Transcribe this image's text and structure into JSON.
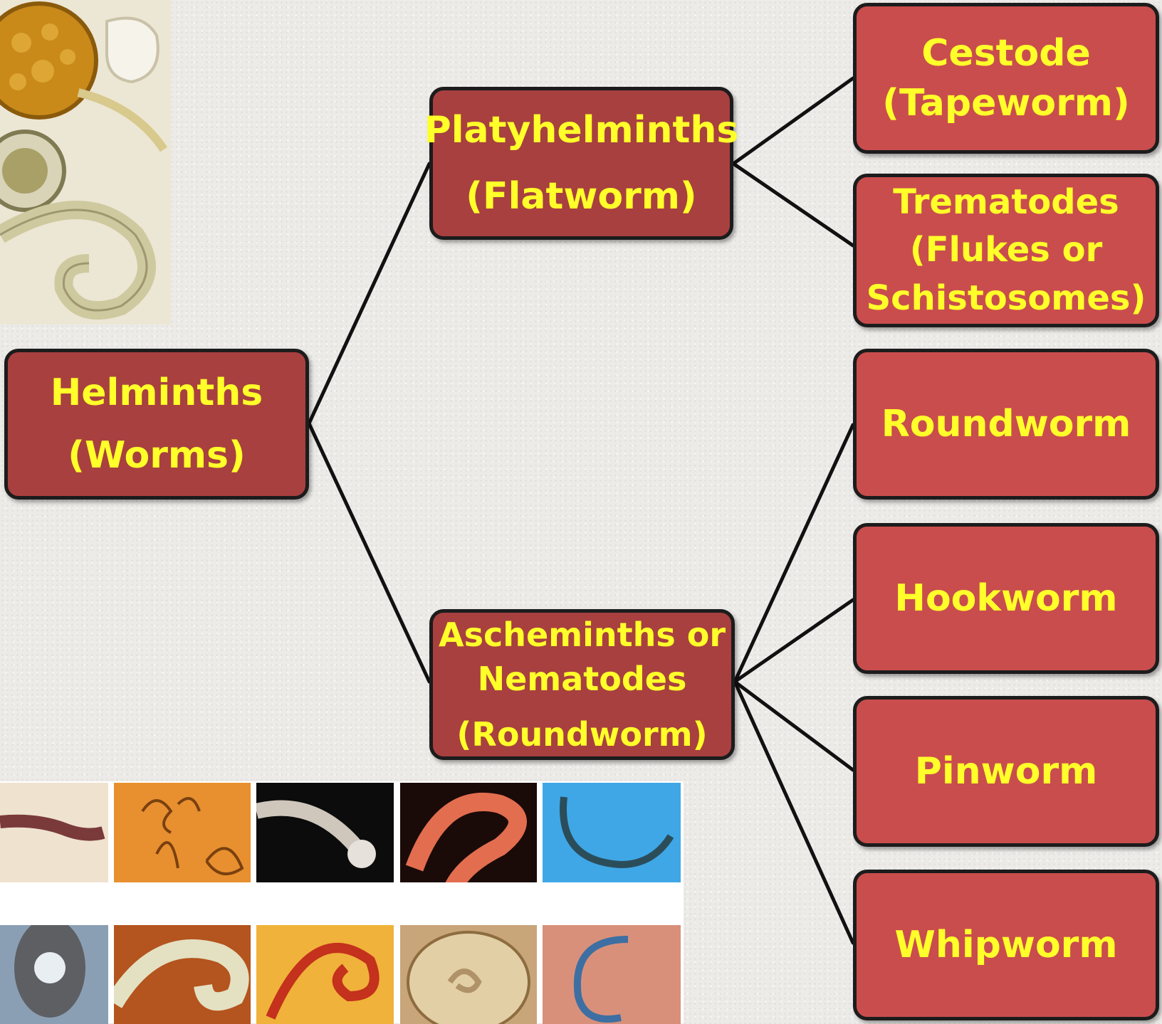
{
  "root": {
    "line1": "Helminths",
    "line2": "(Worms)"
  },
  "branches": {
    "platy": {
      "line1": "Platyhelminths",
      "line2": "(Flatworm)"
    },
    "nema": {
      "line1": "Ascheminths or",
      "line2": "Nematodes",
      "line3": "(Roundworm)"
    }
  },
  "leaves": {
    "cestode": {
      "line1": "Cestode",
      "line2": "(Tapeworm)"
    },
    "trematodes": {
      "line1": "Trematodes",
      "line2": "(Flukes or",
      "line3": "Schistosomes)"
    },
    "roundworm": {
      "line1": "Roundworm"
    },
    "hookworm": {
      "line1": "Hookworm"
    },
    "pinworm": {
      "line1": "Pinworm"
    },
    "whipworm": {
      "line1": "Whipworm"
    }
  },
  "colors": {
    "text": "#ffff2a",
    "box_dark": "#a8403f",
    "box_light": "#c94d4d",
    "border": "#1c1c1c",
    "connector": "#111111"
  },
  "images": [
    "worm-eggs-micrograph",
    "tapeworm-segment",
    "pinworms-orange",
    "hookworm-black-bg",
    "roundworm-pink",
    "nematode-blue-bg",
    "hookworm-mouth",
    "worm-coil-brown",
    "red-worm-yellow-bg",
    "larva-in-egg",
    "blue-worm-pink-bg"
  ]
}
